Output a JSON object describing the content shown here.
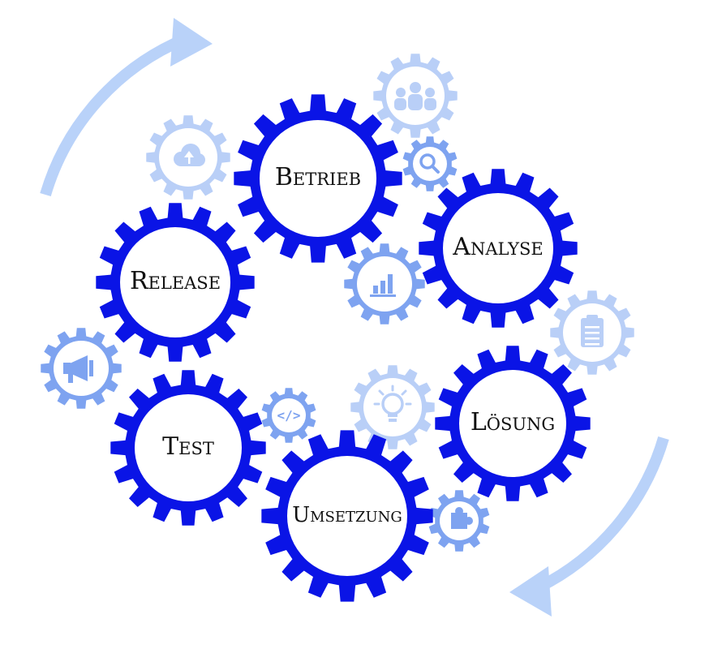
{
  "colors": {
    "primary_gear": "#0a14e6",
    "secondary_gear": "#7ea3f0",
    "light_gear": "#b9cff7",
    "arrow": "#b9d2f9",
    "label_text": "#111111",
    "icon_fill": "#ffffff"
  },
  "process": {
    "steps": [
      {
        "id": "betrieb",
        "label": "Betrieb"
      },
      {
        "id": "analyse",
        "label": "Analyse"
      },
      {
        "id": "loesung",
        "label": "Lösung"
      },
      {
        "id": "umsetzung",
        "label": "Umsetzung"
      },
      {
        "id": "test",
        "label": "Test"
      },
      {
        "id": "release",
        "label": "Release"
      }
    ]
  },
  "icons": [
    {
      "id": "team",
      "icon": "team-icon"
    },
    {
      "id": "search",
      "icon": "search-icon"
    },
    {
      "id": "chart",
      "icon": "bar-chart-icon"
    },
    {
      "id": "clipboard",
      "icon": "clipboard-icon"
    },
    {
      "id": "lightbulb",
      "icon": "lightbulb-icon"
    },
    {
      "id": "puzzle",
      "icon": "puzzle-icon"
    },
    {
      "id": "code",
      "icon": "code-icon"
    },
    {
      "id": "megaphone",
      "icon": "megaphone-icon"
    },
    {
      "id": "cloud",
      "icon": "cloud-upload-icon"
    }
  ]
}
